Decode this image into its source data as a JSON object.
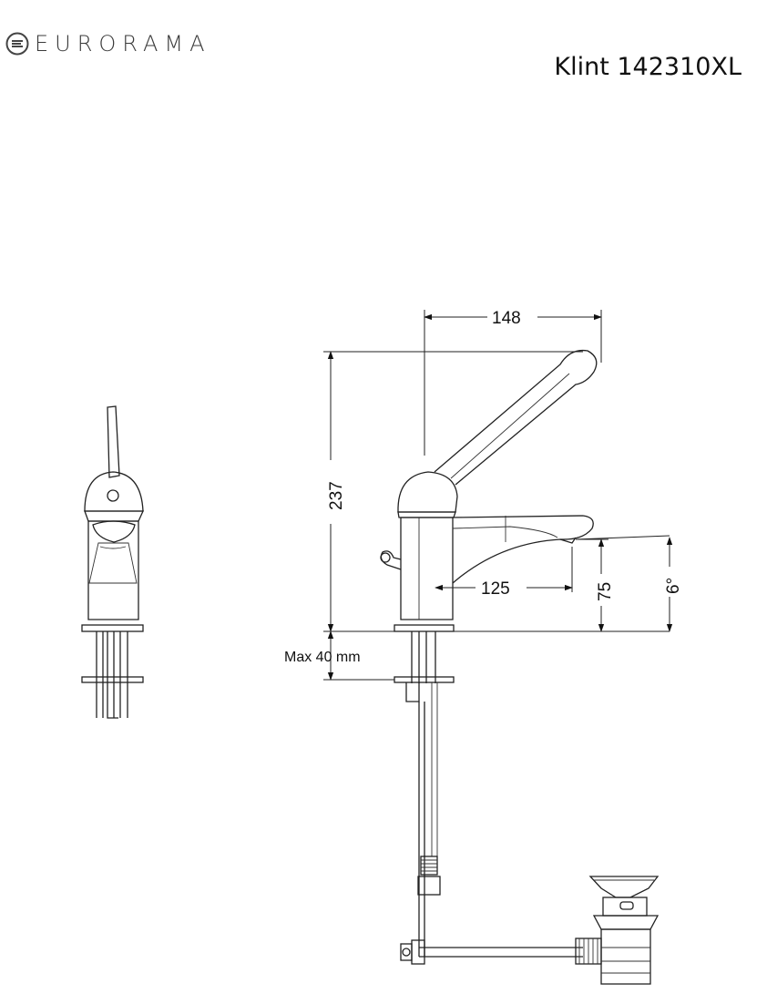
{
  "header": {
    "brand": "EURORAMA",
    "model": "Klint 142310XL"
  },
  "dimensions": {
    "top_reach": "148",
    "total_height": "237",
    "spout_reach": "125",
    "spout_height": "75",
    "spout_angle": "6°",
    "max_deck": "Max 40 mm"
  }
}
